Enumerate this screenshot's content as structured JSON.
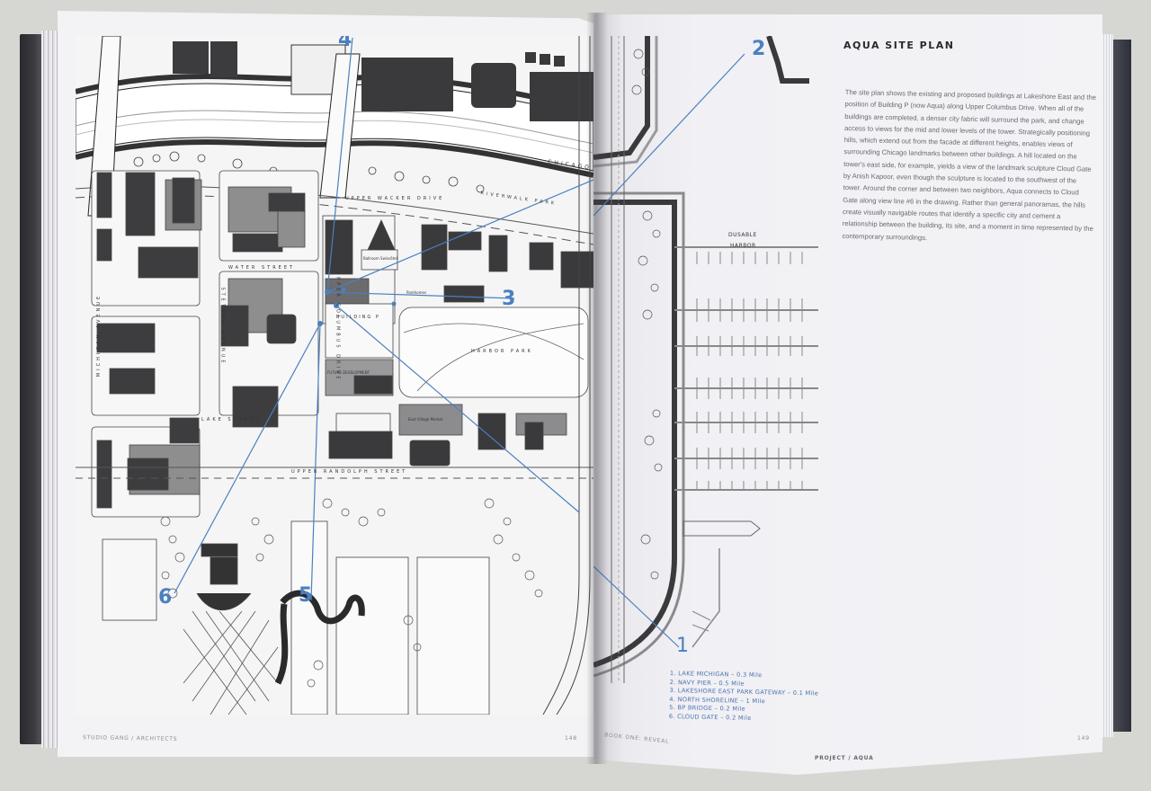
{
  "book": {
    "left_page": {
      "footer_left": "STUDIO GANG / ARCHITECTS",
      "page_number": "148"
    },
    "right_page": {
      "title": "AQUA SITE PLAN",
      "body": "The site plan shows the existing and proposed buildings at Lakeshore East and the position of Building P (now Aqua) along Upper Columbus Drive. When all of the buildings are completed, a denser city fabric will surround the park, and change access to views for the mid and lower levels of the tower. Strategically positioning hills, which extend out from the facade at different heights, enables views of surrounding Chicago landmarks between other buildings. A hill located on the tower's east side, for example, yields a view of the landmark sculpture Cloud Gate by Anish Kapoor, even though the sculpture is located to the southwest of the tower. Around the corner and between two neighbors, Aqua connects to Cloud Gate along view line #6 in the drawing. Rather than general panoramas, the hills create visually navigable routes that identify a specific city and cement a relationship between the building, its site, and a moment in time represented by the contemporary surroundings.",
      "footer_left": "BOOK ONE: REVEAL",
      "footer_center": "PROJECT / AQUA",
      "page_number": "149"
    }
  },
  "map": {
    "labels": {
      "river": "CHICAGO",
      "upper_wacker": "UPPER WACKER DRIVE",
      "riverwalk": "RIVERWALK PARK",
      "water_street": "WATER STREET",
      "lake_street": "LAKE STREET",
      "upper_randolph": "UPPER RANDOLPH STREET",
      "michigan_avenue": "MICHIGAN AVENUE",
      "stetson_avenue": "STETSON AVENUE",
      "upper_columbus": "UPPER COLUMBUS DRIVE",
      "harbor_park": "HARBOR PARK",
      "building_p": "BUILDING P",
      "future_development": "FUTURE DEVELOPMENT",
      "dusable_harbor_line1": "DUSABLE",
      "dusable_harbor_line2": "HARBOR",
      "ballroom": "Ballroom Swissôtel",
      "parkhomes": "Parkhomes",
      "east_village_market": "East Village Market"
    },
    "view_numbers": [
      "1",
      "2",
      "3",
      "4",
      "5",
      "6"
    ],
    "accent_color": "#4a80c0"
  },
  "legend": {
    "items": [
      "1. LAKE MICHIGAN – 0.3 Mile",
      "2. NAVY PIER – 0.5 Mile",
      "3. LAKESHORE EAST PARK GATEWAY – 0.1 Mile",
      "4. NORTH SHORELINE – 1 Mile",
      "5. BP BRIDGE – 0.2 Mile",
      "6. CLOUD GATE – 0.2 Mile"
    ]
  }
}
